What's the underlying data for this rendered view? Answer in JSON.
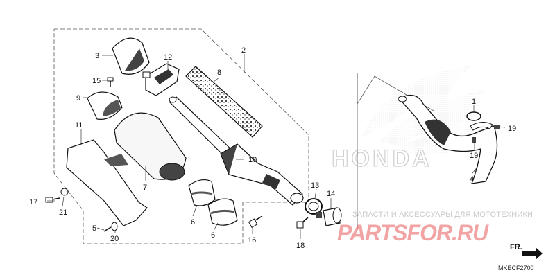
{
  "watermark": {
    "tagline": "ЗАПАСТИ И АКСЕССУАРЫ ДЛЯ МОТОТЕХНИКИ",
    "site": "PARTSFOR.RU",
    "brand": "HONDA",
    "site_color": "#e85a5a"
  },
  "diagram_code": "MKECF2700",
  "direction_marker": "FR.",
  "callouts": [
    "1",
    "2",
    "3",
    "4",
    "5",
    "6",
    "6",
    "7",
    "8",
    "9",
    "10",
    "11",
    "12",
    "13",
    "14",
    "15",
    "16",
    "17",
    "18",
    "19",
    "19",
    "20",
    "21"
  ]
}
